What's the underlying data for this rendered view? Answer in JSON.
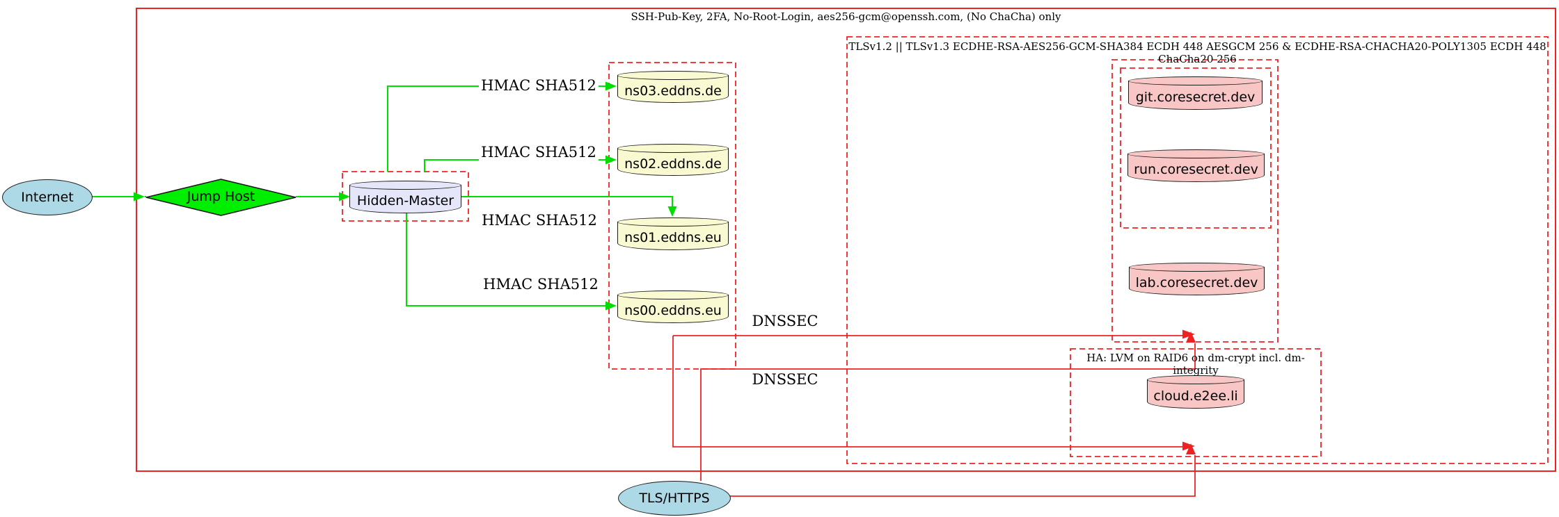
{
  "clusters": {
    "ssh_policy": "SSH-Pub-Key, 2FA, No-Root-Login, aes256-gcm@openssh.com, (No ChaCha) only",
    "tls_policy": "TLSv1.2 || TLSv1.3 ECDHE-RSA-AES256-GCM-SHA384 ECDH 448 AESGCM 256 & ECDHE-RSA-CHACHA20-POLY1305 ECDH 448 ChaCha20 256",
    "ha_storage": "HA: LVM on RAID6 on dm-crypt incl. dm-integrity"
  },
  "nodes": {
    "internet": {
      "label": "Internet",
      "shape": "ellipse",
      "fill": "#ADD8E6"
    },
    "jump_host": {
      "label": "Jump Host",
      "shape": "diamond",
      "fill": "#00EE00"
    },
    "hidden_master": {
      "label": "Hidden-Master",
      "shape": "cylinder",
      "fill": "#E6E6FA"
    },
    "ns03": {
      "label": "ns03.eddns.de",
      "shape": "cylinder",
      "fill": "#FAFAD2"
    },
    "ns02": {
      "label": "ns02.eddns.de",
      "shape": "cylinder",
      "fill": "#FAFAD2"
    },
    "ns01": {
      "label": "ns01.eddns.eu",
      "shape": "cylinder",
      "fill": "#FAFAD2"
    },
    "ns00": {
      "label": "ns00.eddns.eu",
      "shape": "cylinder",
      "fill": "#FAFAD2"
    },
    "git": {
      "label": "git.coresecret.dev",
      "shape": "cylinder",
      "fill": "#F9C6C6"
    },
    "run": {
      "label": "run.coresecret.dev",
      "shape": "cylinder",
      "fill": "#F9C6C6"
    },
    "lab": {
      "label": "lab.coresecret.dev",
      "shape": "cylinder",
      "fill": "#F9C6C6"
    },
    "cloud": {
      "label": "cloud.e2ee.li",
      "shape": "cylinder",
      "fill": "#F9C6C6"
    },
    "tls_https": {
      "label": "TLS/HTTPS",
      "shape": "ellipse",
      "fill": "#ADD8E6"
    }
  },
  "edge_labels": {
    "hmac": "HMAC SHA512",
    "dnssec": "DNSSEC"
  },
  "graph": {
    "edges": [
      {
        "from": "internet",
        "to": "jump_host",
        "color": "green"
      },
      {
        "from": "jump_host",
        "to": "hidden_master",
        "color": "green"
      },
      {
        "from": "hidden_master",
        "to": "ns03",
        "label": "HMAC SHA512",
        "color": "green"
      },
      {
        "from": "hidden_master",
        "to": "ns02",
        "label": "HMAC SHA512",
        "color": "green"
      },
      {
        "from": "hidden_master",
        "to": "ns01",
        "label": "HMAC SHA512",
        "color": "green"
      },
      {
        "from": "hidden_master",
        "to": "ns00",
        "label": "HMAC SHA512",
        "color": "green"
      },
      {
        "from": "ns00",
        "to": "coresecret-zone",
        "label": "DNSSEC",
        "color": "red"
      },
      {
        "from": "ns00",
        "to": "ha-cloud-zone",
        "label": "DNSSEC",
        "color": "red"
      },
      {
        "from": "tls_https",
        "to": "coresecret-zone",
        "color": "red"
      },
      {
        "from": "tls_https",
        "to": "ha-cloud-zone",
        "color": "red"
      }
    ]
  },
  "colors": {
    "edge_green": "#00DD00",
    "edge_red": "#EE2222",
    "node_blue": "#ADD8E6",
    "node_green": "#00EE00",
    "node_lavender": "#E6E6FA",
    "node_yellow": "#FAFAD2",
    "node_pink": "#F9C6C6"
  }
}
